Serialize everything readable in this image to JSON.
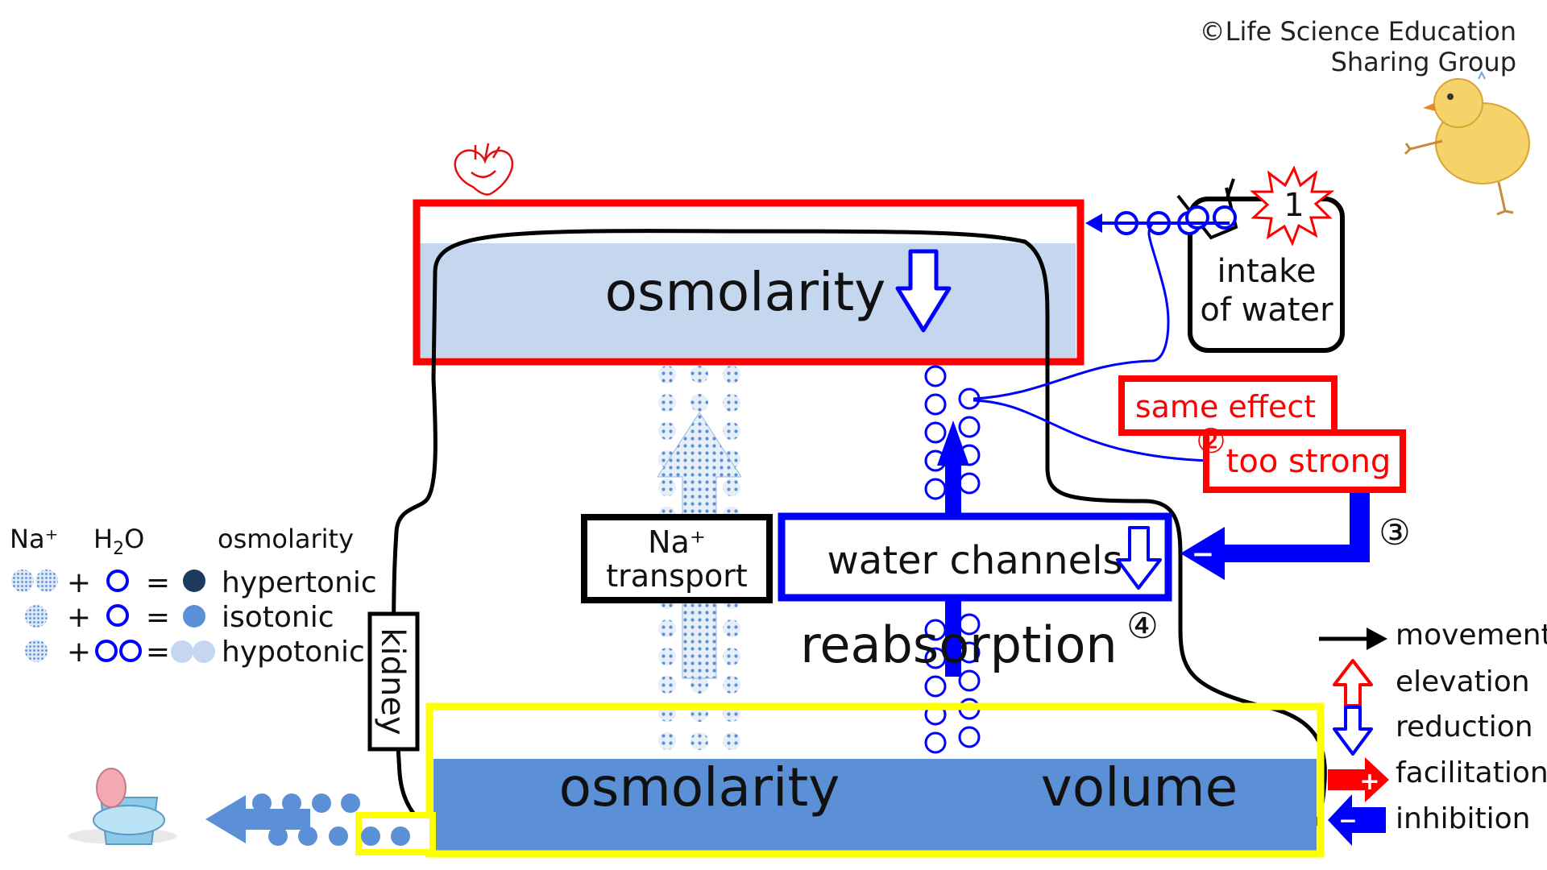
{
  "copyright": {
    "line1": "©Life Science Education",
    "line2": "Sharing Group"
  },
  "blood": {
    "label": "osmolarity",
    "box_color": "#ff0000",
    "fill_color": "#c5d7ee",
    "icon": "heart-icon",
    "trend": "reduction"
  },
  "intake": {
    "number": "1",
    "line1": "intake",
    "line2": "of water",
    "icon": "cup-icon"
  },
  "same_effect": {
    "label": "same effect"
  },
  "too_strong": {
    "number": "②",
    "label": "too strong"
  },
  "step3": {
    "number": "③",
    "sign": "−"
  },
  "na_transport": {
    "line1": "Na⁺",
    "line2": "transport"
  },
  "water_channels": {
    "label": "water channels",
    "trend": "reduction"
  },
  "reabsorption": {
    "label": "reabsorption",
    "number": "④"
  },
  "kidney": {
    "label": "kidney"
  },
  "urine": {
    "osmolarity_label": "osmolarity",
    "volume_label": "volume",
    "box_color": "#ffff00",
    "fill_color": "#5b8fd6",
    "icon": "toilet-icon"
  },
  "mascot": {
    "icon": "chick-icon"
  },
  "osm_legend": {
    "header_na": "Na⁺",
    "header_h2o_h": "H",
    "header_h2o_sub": "2",
    "header_h2o_o": "O",
    "header_osm": "osmolarity",
    "rows": [
      {
        "plus": "+",
        "equals": "=",
        "label": "hypertonic"
      },
      {
        "plus": "+",
        "equals": "=",
        "label": "isotonic"
      },
      {
        "plus": "+",
        "equals": "=",
        "label": "hypotonic"
      }
    ]
  },
  "arrow_legend": [
    {
      "label": "movement",
      "icon": "black-arrow-icon"
    },
    {
      "label": "elevation",
      "icon": "red-up-outline-arrow-icon"
    },
    {
      "label": "reduction",
      "icon": "blue-down-outline-arrow-icon"
    },
    {
      "label": "facilitation",
      "icon": "red-plus-arrow-icon",
      "sign": "+"
    },
    {
      "label": "inhibition",
      "icon": "blue-minus-arrow-icon",
      "sign": "−"
    }
  ],
  "colors": {
    "red": "#ff0000",
    "blue": "#0000ff",
    "light_blue": "#c5d7ee",
    "mid_blue": "#5b8fd6",
    "yellow": "#ffff00",
    "dark_navy": "#1b3a5c"
  }
}
